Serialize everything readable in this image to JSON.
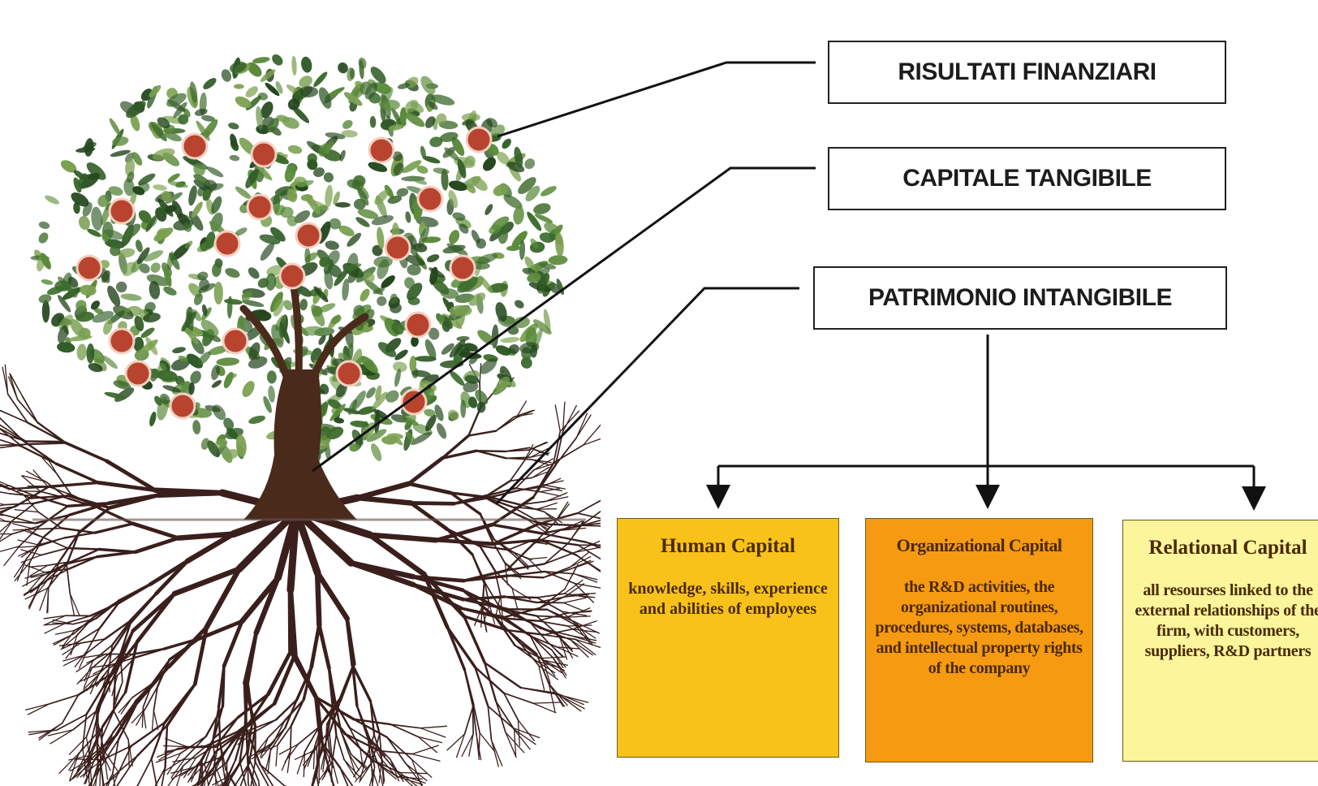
{
  "top_boxes": {
    "risultati": "RISULTATI FINANZIARI",
    "capitale": "CAPITALE TANGIBILE",
    "patrimonio": "PATRIMONIO INTANGIBILE"
  },
  "capitals": {
    "human": {
      "title": "Human Capital",
      "description": "knowledge, skills, experience and abilities of employees",
      "color": "#f8c21a"
    },
    "organizational": {
      "title": "Organizational Capital",
      "description": "the R&D activities, the organizational routines, procedures, systems, databases, and intellectual property rights of the company",
      "color": "#f69a12"
    },
    "relational": {
      "title": "Relational Capital",
      "description": "all resourses linked to the external relationships of the firm, with customers, suppliers, R&D partners",
      "color": "#fbf59c"
    }
  },
  "illustration": {
    "icon": "tree-with-roots-icon",
    "foliage_color": "#2f5a26",
    "fruit_color": "#b8442f",
    "trunk_color": "#4a2a1a",
    "root_color": "#3a1f1c"
  }
}
